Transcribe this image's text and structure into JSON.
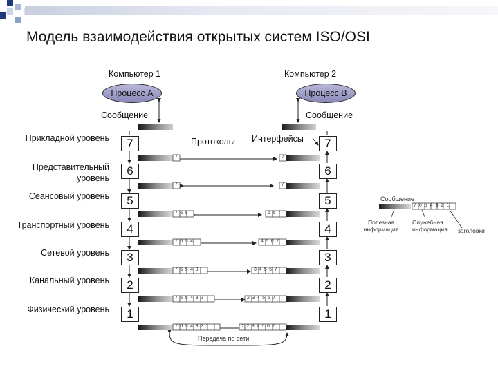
{
  "title": "Модель взаимодействия открытых систем ISO/OSI",
  "computer1": {
    "label": "Компьютер 1",
    "process": "Процесс А"
  },
  "computer2": {
    "label": "Компьютер 2",
    "process": "Процесс В"
  },
  "message_label": "Сообщение",
  "protocols_label": "Протоколы",
  "interfaces_label": "Интерфейсы",
  "network_label": "Передача по сети",
  "levels": [
    {
      "num": "7",
      "name": "Прикладной уровень"
    },
    {
      "num": "6",
      "name": "Представительный уровень"
    },
    {
      "num": "5",
      "name": "Сеансовый уровень"
    },
    {
      "num": "4",
      "name": "Транспортный уровень"
    },
    {
      "num": "3",
      "name": "Сетевой уровень"
    },
    {
      "num": "2",
      "name": "Канальный уровень"
    },
    {
      "num": "1",
      "name": "Физический уровень"
    }
  ],
  "legend": {
    "message": "Сообщение",
    "cells": [
      "7",
      "6",
      "5",
      "4",
      "3",
      "2",
      "1"
    ],
    "useful": "Полезная информация",
    "service": "Служебная информация",
    "headers": "заголовки"
  },
  "colors": {
    "accent": "#1f3a7a",
    "ellipse": "#9b99c6"
  }
}
